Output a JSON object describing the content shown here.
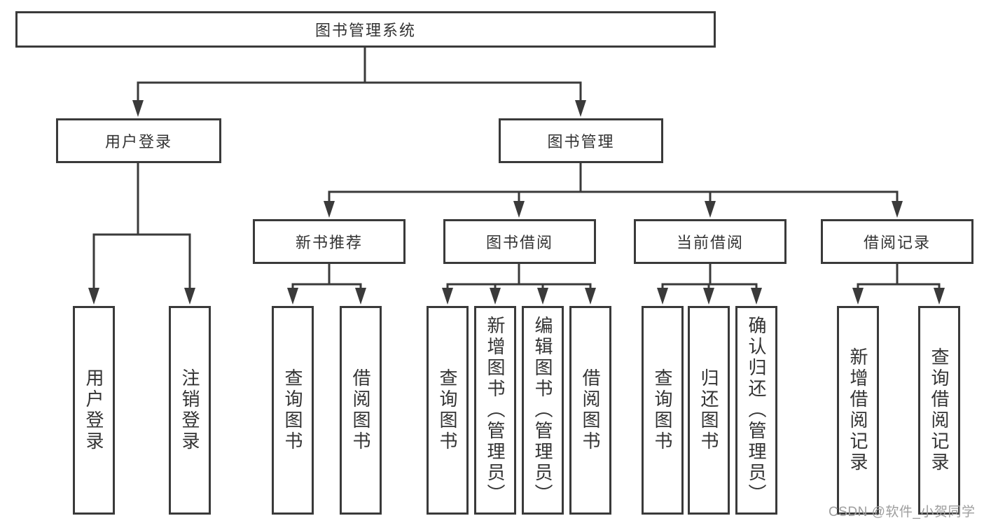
{
  "diagram": {
    "root": {
      "label": "图书管理系统"
    },
    "level2": [
      {
        "label": "用户登录"
      },
      {
        "label": "图书管理"
      }
    ],
    "level3": [
      {
        "label": "新书推荐"
      },
      {
        "label": "图书借阅"
      },
      {
        "label": "当前借阅"
      },
      {
        "label": "借阅记录"
      }
    ],
    "leaves": {
      "login": [
        "用户登录",
        "注销登录"
      ],
      "newbook": [
        "查询图书",
        "借阅图书"
      ],
      "borrow": [
        "查询图书",
        "新增图书（管理员）",
        "编辑图书（管理员）",
        "借阅图书"
      ],
      "current": [
        "查询图书",
        "归还图书",
        "确认归还（管理员）"
      ],
      "record": [
        "新增借阅记录",
        "查询借阅记录"
      ]
    },
    "watermark": "CSDN @软件_小贺同学",
    "colors": {
      "line": "#3a3a3a",
      "text": "#333333",
      "watermark": "#9e9e9e",
      "background": "#ffffff"
    }
  }
}
